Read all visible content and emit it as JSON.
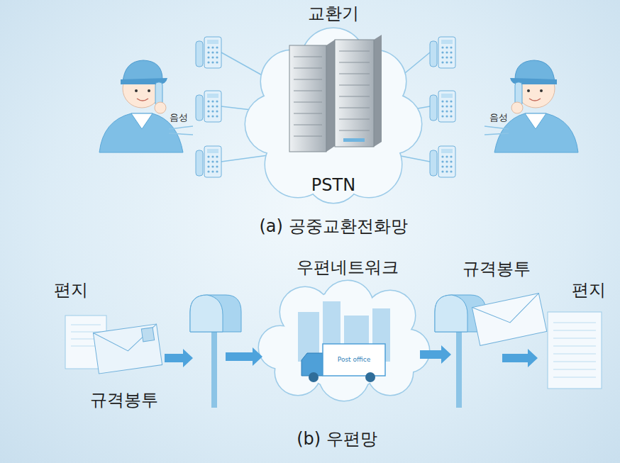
{
  "diagram": {
    "nodes": [
      {
        "text": [
          "교환기",
          "PSTN"
        ]
      },
      {
        "text": [
          "편지",
          "규격봉투"
        ]
      },
      {
        "text": [
          "우편네트워크"
        ]
      },
      {
        "text": [
          "규격봉투"
        ]
      },
      {
        "text": [
          "편지"
        ]
      }
    ],
    "labels": [
      "음성",
      "음성",
      "(a) 공중교환전화망",
      "(b) 우편망",
      "Post office"
    ]
  }
}
